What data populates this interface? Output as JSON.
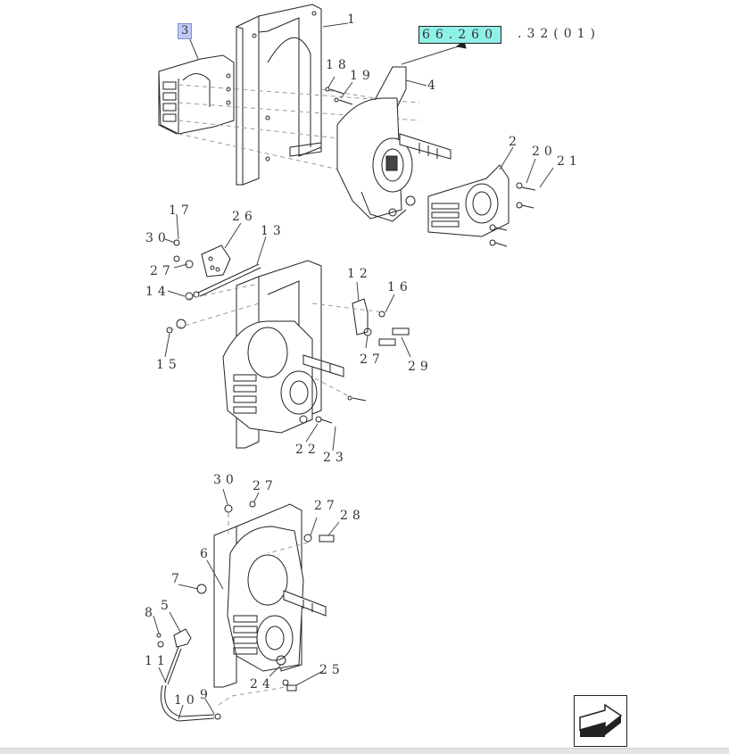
{
  "reference": {
    "highlighted_code": "66.260",
    "suffix": ".32(01)"
  },
  "labels": {
    "l1": "1",
    "l2": "2",
    "l3": "3",
    "l4": "4",
    "l5": "5",
    "l6": "6",
    "l7": "7",
    "l8": "8",
    "l9": "9",
    "l10": "10",
    "l11": "11",
    "l12": "12",
    "l13": "13",
    "l14": "14",
    "l15": "15",
    "l16": "16",
    "l17": "17",
    "l18": "18",
    "l19": "19",
    "l20": "20",
    "l21": "21",
    "l22": "22",
    "l23": "23",
    "l24": "24",
    "l25": "25",
    "l26": "26",
    "l27a": "27",
    "l27b": "27",
    "l27c": "27",
    "l27d": "27",
    "l28": "28",
    "l29": "29",
    "l30a": "30",
    "l30b": "30"
  },
  "icons": {
    "nav": "next-page-arrow-icon"
  }
}
